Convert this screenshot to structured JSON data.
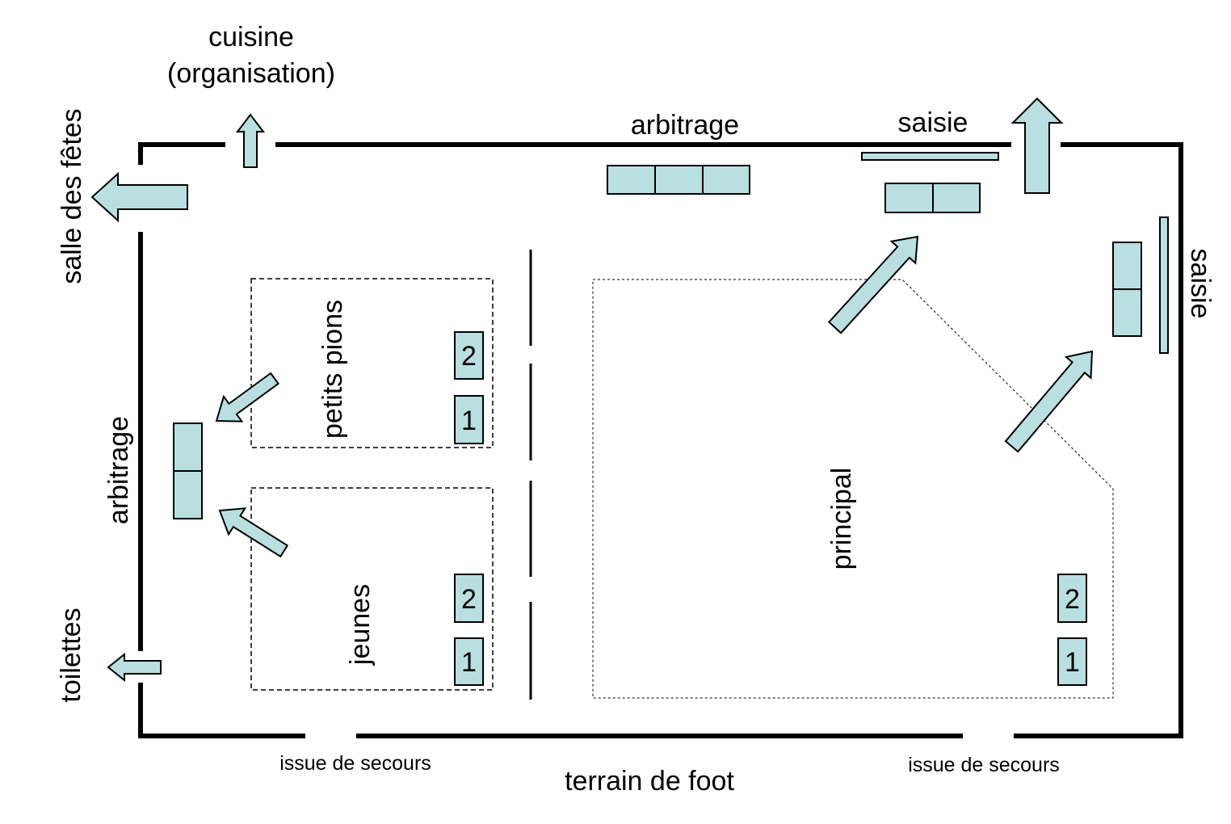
{
  "labels": {
    "kitchen": [
      "cuisine",
      "(organisation)"
    ],
    "party_hall": "salle des fêtes",
    "toilets": "toilettes",
    "arbitration_top": "arbitrage",
    "arbitration_left": "arbitrage",
    "entry_top": "saisie",
    "entry_right": "saisie",
    "zone_small": "petits pions",
    "zone_youth": "jeunes",
    "zone_main": "principal",
    "emergency_exit_left": "issue de secours",
    "emergency_exit_right": "issue de secours",
    "football_field": "terrain de foot"
  },
  "boards": {
    "small_2": "2",
    "small_1": "1",
    "youth_2": "2",
    "youth_1": "1",
    "main_2": "2",
    "main_1": "1"
  },
  "colors": {
    "table_fill": "#b9dfe0",
    "stroke": "#000000"
  }
}
